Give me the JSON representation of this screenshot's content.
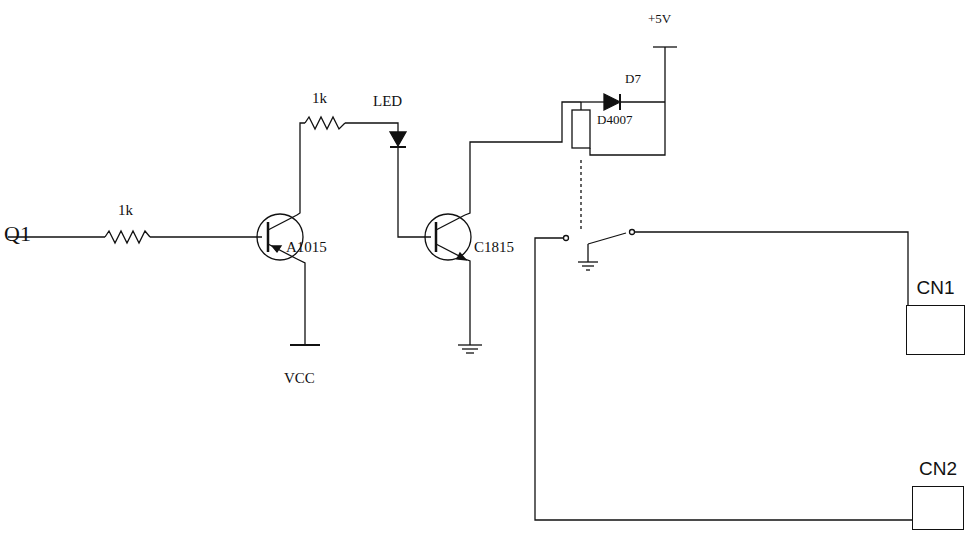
{
  "diagram": {
    "nodes": [
      {
        "text": [
          "CN1"
        ]
      },
      {
        "text": [
          "CN2"
        ]
      }
    ],
    "labels": [
      "Q1",
      "1k",
      "1k",
      "A1015",
      "VCC",
      "LED",
      "C1815",
      "+5V",
      "D7",
      "D4007"
    ]
  }
}
